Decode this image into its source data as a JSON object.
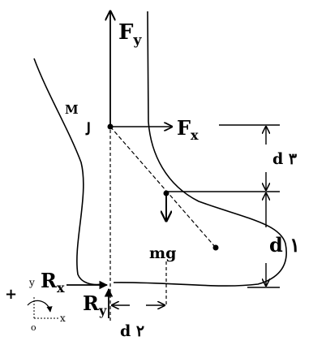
{
  "diagram": {
    "labels": {
      "force_vertical": "F",
      "force_vertical_sub": "y",
      "force_horizontal": "F",
      "force_horizontal_sub": "x",
      "muscle": "M",
      "mark_near_pivot": "ﻟ",
      "weight": "mg",
      "reaction_x": "R",
      "reaction_x_sub": "x",
      "reaction_y": "R",
      "reaction_y_sub": "y",
      "dist_3": "d ٣",
      "dist_1": "d ١",
      "dist_2": "d ٢",
      "axis_plus": "+",
      "axis_y": "y",
      "axis_x": "x",
      "axis_origin": "o"
    },
    "colors": {
      "ink": "#000000",
      "background": "#ffffff"
    }
  }
}
